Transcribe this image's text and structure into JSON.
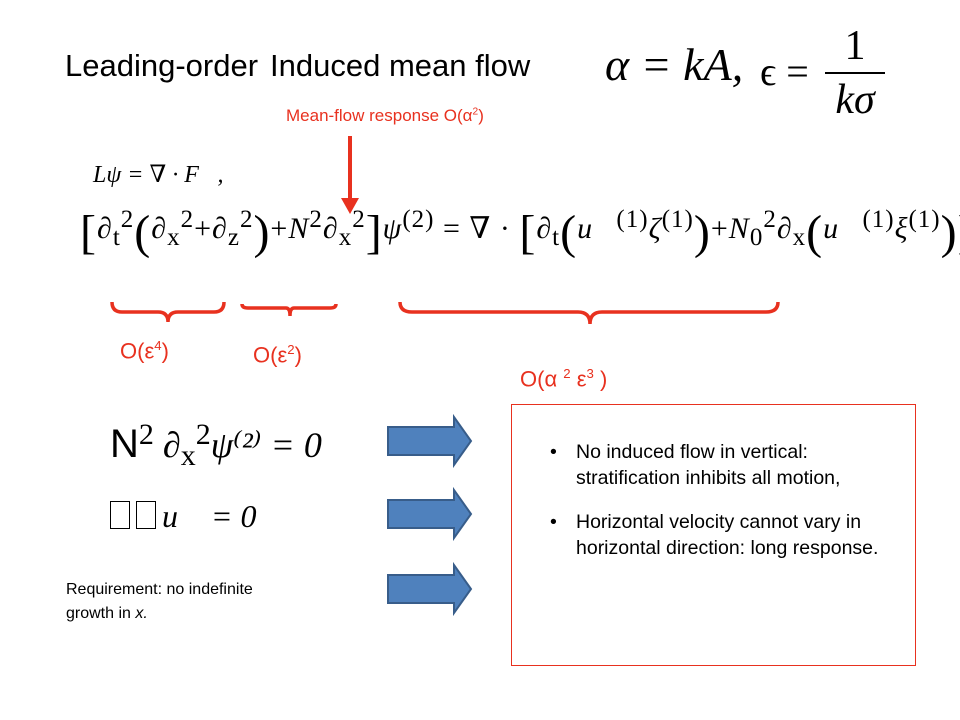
{
  "title": {
    "part1": "Leading-order",
    "part2": "Induced mean flow"
  },
  "header_math": {
    "alpha_eq": "α = kA,",
    "eps_lhs": "ϵ =",
    "eps_num": "1",
    "eps_den": "kσ"
  },
  "annotation": {
    "mean_flow_response": "Mean-flow response O(α",
    "mean_flow_exp": "2",
    "close": ")"
  },
  "equations": {
    "eq1": "Lψ = ∇ · F⃗,",
    "eq3_rhs": "ψ⁽²⁾ = 0",
    "eq4": "u⃗ = 0"
  },
  "orders": [
    {
      "prefix": "O(ε",
      "exp": "4",
      "suffix": ")"
    },
    {
      "prefix": "O(ε",
      "exp": "2",
      "suffix": ")"
    },
    {
      "prefix": "O(α ",
      "exp": "2",
      "mid": " ε",
      "exp2": "3",
      "suffix": " )"
    }
  ],
  "requirement": {
    "line1": "Requirement: no indefinite",
    "line2a": "growth in ",
    "line2b": "x."
  },
  "bullets": [
    "No induced flow in vertical: stratification inhibits all motion,",
    "Horizontal velocity cannot vary in horizontal direction: long response."
  ],
  "colors": {
    "accent_red": "#e8311f",
    "arrow_fill": "#4f81bd",
    "arrow_stroke": "#385d8a"
  }
}
